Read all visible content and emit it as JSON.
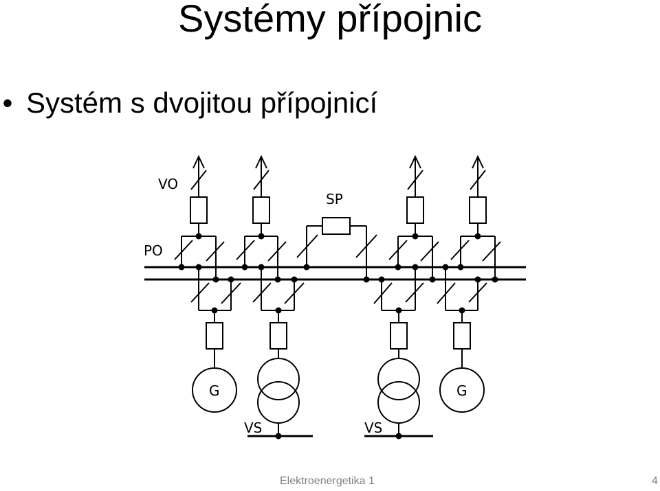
{
  "slide": {
    "title": "Systémy přípojnic",
    "bullet": "Systém s dvojitou přípojnicí"
  },
  "diagram": {
    "labels": {
      "outgoing": "VO",
      "busbar_section": "PO",
      "coupler": "SP",
      "substation_left": "VS",
      "substation_right": "VS",
      "generator_left": "G",
      "generator_right": "G"
    }
  },
  "footer": {
    "text": "Elektroenergetika 1",
    "page": "4"
  }
}
